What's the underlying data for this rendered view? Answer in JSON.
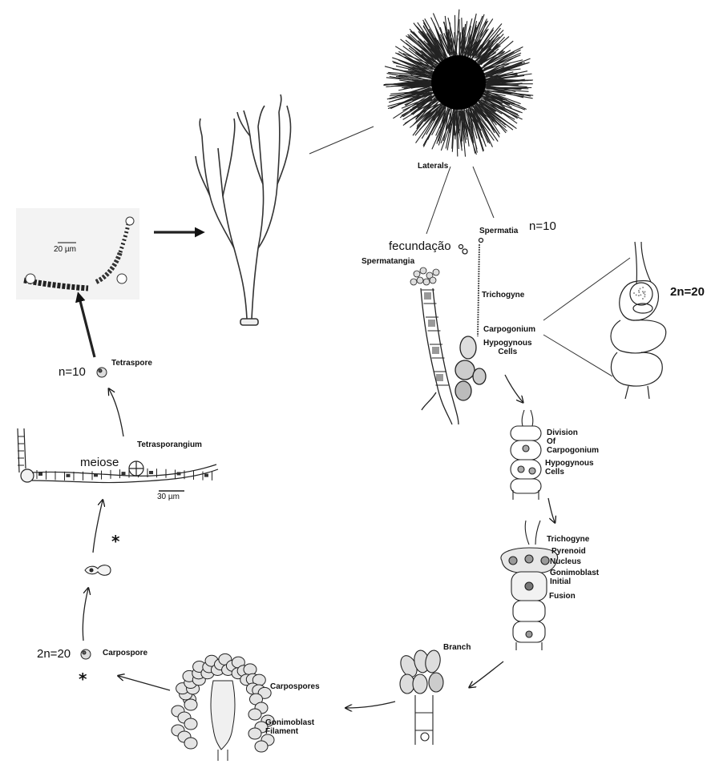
{
  "labels": {
    "laterals": "Laterals",
    "spermatia": "Spermatia",
    "n10_top": "n=10",
    "fecundacao": "fecundação",
    "spermatangia": "Spermatangia",
    "trichogyne_1": "Trichogyne",
    "carpogonium": "Carpogonium",
    "hypogynous_1": "Hypogynous\nCells",
    "ploidy_2n20_right": "2n=20",
    "division": "Division\nOf\nCarpogonium",
    "hypogynous_2": "Hypogynous\nCells",
    "trichogyne_2": "Trichogyne",
    "pyrenoid": "Pyrenoid",
    "nucleus": "Nucleus",
    "gonimoblast_initial": "Gonimoblast\nInitial",
    "fusion": "Fusion",
    "branch": "Branch",
    "carpospores": "Carpospores",
    "gonimoblast_filament": "Gonimoblast\nFilament",
    "carpospore": "Carpospore",
    "ploidy_2n20_left": "2n=20",
    "tetraspore": "Tetraspore",
    "n10_left": "n=10",
    "tetrasporangium": "Tetrasporangium",
    "meiose": "meiose",
    "scale_30um": "30 µm",
    "scale_20um": "20 µm",
    "star_upper": "*",
    "star_lower": "*"
  },
  "colors": {
    "ink": "#111111",
    "paper": "#ffffff"
  }
}
